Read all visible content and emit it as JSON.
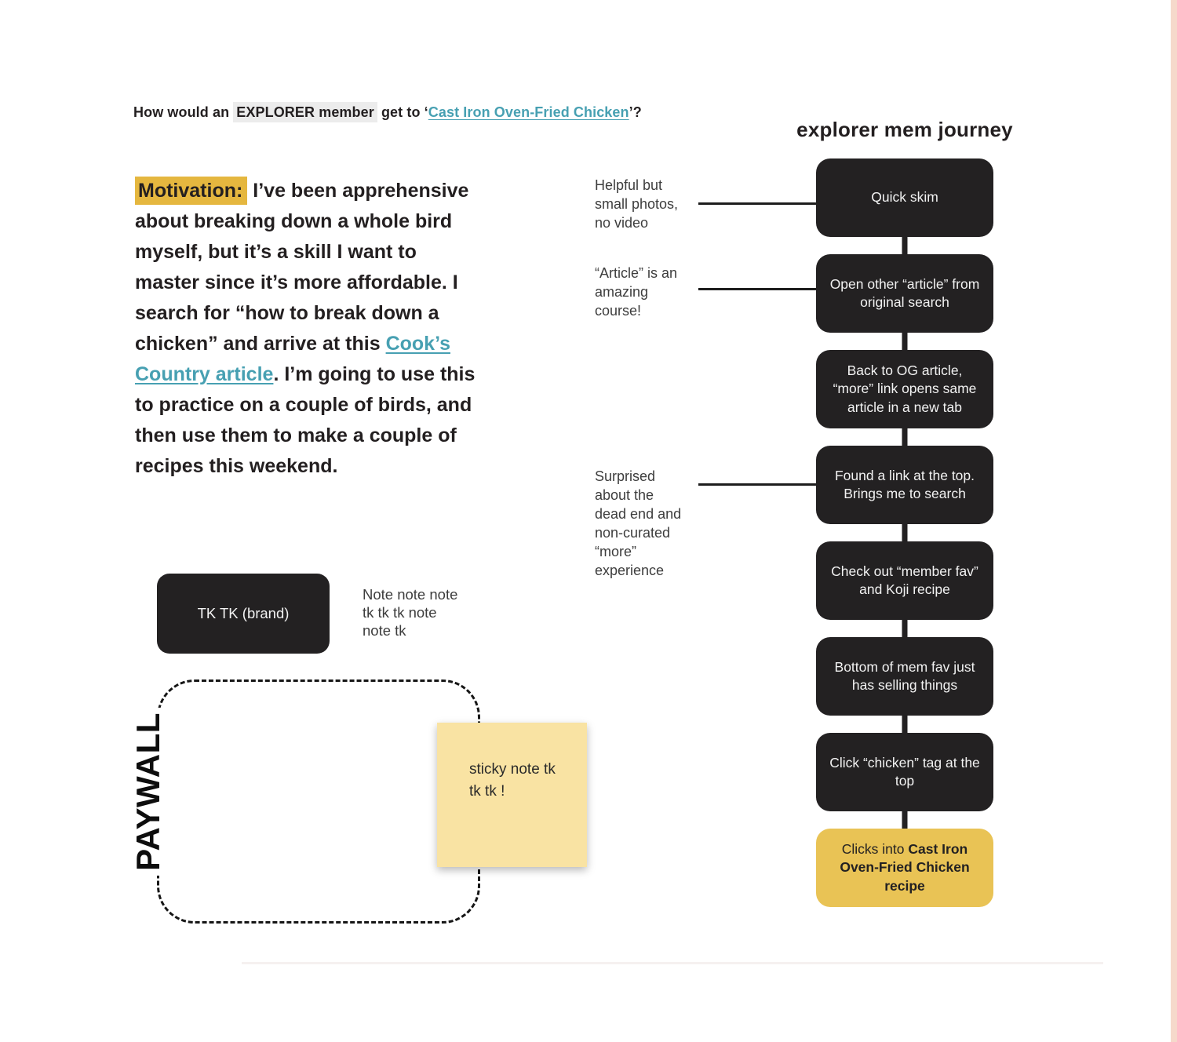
{
  "question": {
    "prefix": "How would an ",
    "highlighted": "EXPLORER member",
    "middle": " get to ‘",
    "link": "Cast Iron Oven-Fried Chicken",
    "suffix": "’?"
  },
  "motivation": {
    "label": "Motivation:",
    "before_link": " I’ve been apprehensive about breaking down a whole bird myself, but it’s a skill I want to master since it’s more affordable. I search for “how to break down a chicken” and arrive at this ",
    "link": "Cook’s Country article",
    "after_link": ". I’m going to use this to practice on a couple of birds, and then use them to make a couple of recipes this weekend."
  },
  "journey": {
    "title": "explorer mem journey",
    "annotations": [
      {
        "text": "Helpful but small photos, no video"
      },
      {
        "text": "“Article” is an amazing course!"
      },
      {
        "text": "Surprised about the dead end and non-curated “more” experience"
      }
    ],
    "steps": [
      {
        "label": "Quick skim"
      },
      {
        "label": "Open other “article” from original search"
      },
      {
        "label": "Back to OG article, “more” link opens same article in a new tab"
      },
      {
        "label": "Found a link at the top. Brings me to search"
      },
      {
        "label": "Check out “member fav” and Koji recipe"
      },
      {
        "label": "Bottom of mem fav just has selling things"
      },
      {
        "label": "Click “chicken” tag at the top"
      },
      {
        "label_prefix": "Clicks into ",
        "label_bold": "Cast Iron Oven-Fried Chicken recipe",
        "highlight": true
      }
    ]
  },
  "brand_box_label": "TK TK (brand)",
  "brand_note": "Note note note tk tk tk note note tk",
  "paywall_label": "PAYWALL",
  "sticky_note": "sticky note tk tk tk !",
  "colors": {
    "step_dark": "#232122",
    "step_yellow": "#e9c355",
    "motivation_highlight": "#e5b73f",
    "question_highlight": "#ececec",
    "link_teal": "#47a0b2",
    "sticky_yellow": "#f9e3a3",
    "canvas_edge_pink": "#f6d9cb"
  }
}
